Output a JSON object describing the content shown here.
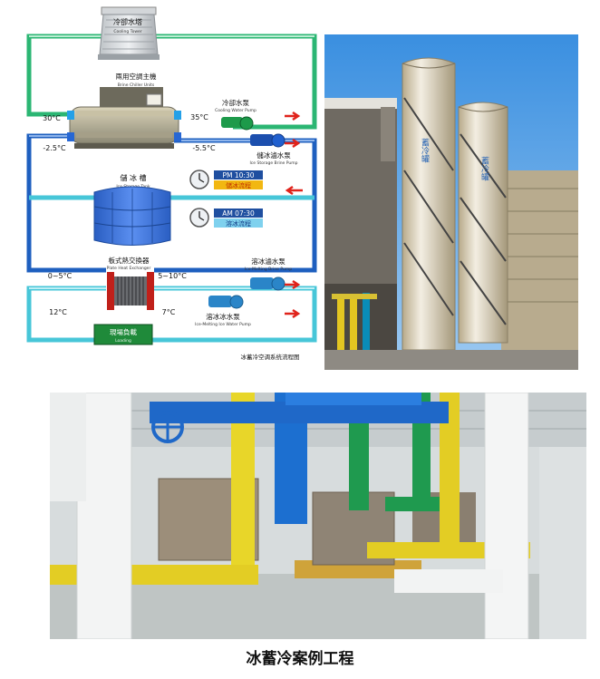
{
  "diagram": {
    "cooling_tower_cn": "冷卻水塔",
    "cooling_tower_en": "Cooling Tower",
    "chiller_cn": "兩用空調主機",
    "chiller_en": "Brine Chiller Units",
    "cw_pump_cn": "冷卻水泵",
    "cw_pump_en": "Cooling Water Pump",
    "brine_pump_cn": "儲冰滷水泵",
    "brine_pump_en": "Ice Storage Brine Pump",
    "tank_cn": "儲 冰 槽",
    "tank_en": "Ice Storage Tank",
    "phe_cn": "板式熱交換器",
    "phe_en": "Plate Heat Exchanger",
    "melt_brine_cn": "溶冰滷水泵",
    "melt_brine_en": "Ice-Melting Brine Pump",
    "melt_water_cn": "溶冰冰水泵",
    "melt_water_en": "Ice-Melting Ice Water Pump",
    "load_cn": "現場負載",
    "load_en": "Loading",
    "temp_30": "30°C",
    "temp_35": "35°C",
    "temp_m25": "-2.5°C",
    "temp_m55": "-5.5°C",
    "temp_0_5": "0~5°C",
    "temp_5_10": "5~10°C",
    "temp_12": "12°C",
    "temp_7": "7°C",
    "time_pm": "PM 10:30",
    "mode_pm": "儲冰流程",
    "time_am": "AM 07:30",
    "mode_am": "溶冰流程",
    "footer": "冰蓄冷空调系统流程图"
  },
  "photo_towers": {
    "tank_label_1": "蓄冷罐",
    "tank_label_2": "蓄冷罐"
  },
  "caption": "冰蓄冷案例工程",
  "colors": {
    "loop_green": "#2bb673",
    "loop_cyan": "#47c6d8",
    "loop_blue": "#1e5fbf",
    "arrow_red": "#e0231b",
    "tank_blue": "#3b72d6",
    "load_green": "#1f8a3a"
  }
}
